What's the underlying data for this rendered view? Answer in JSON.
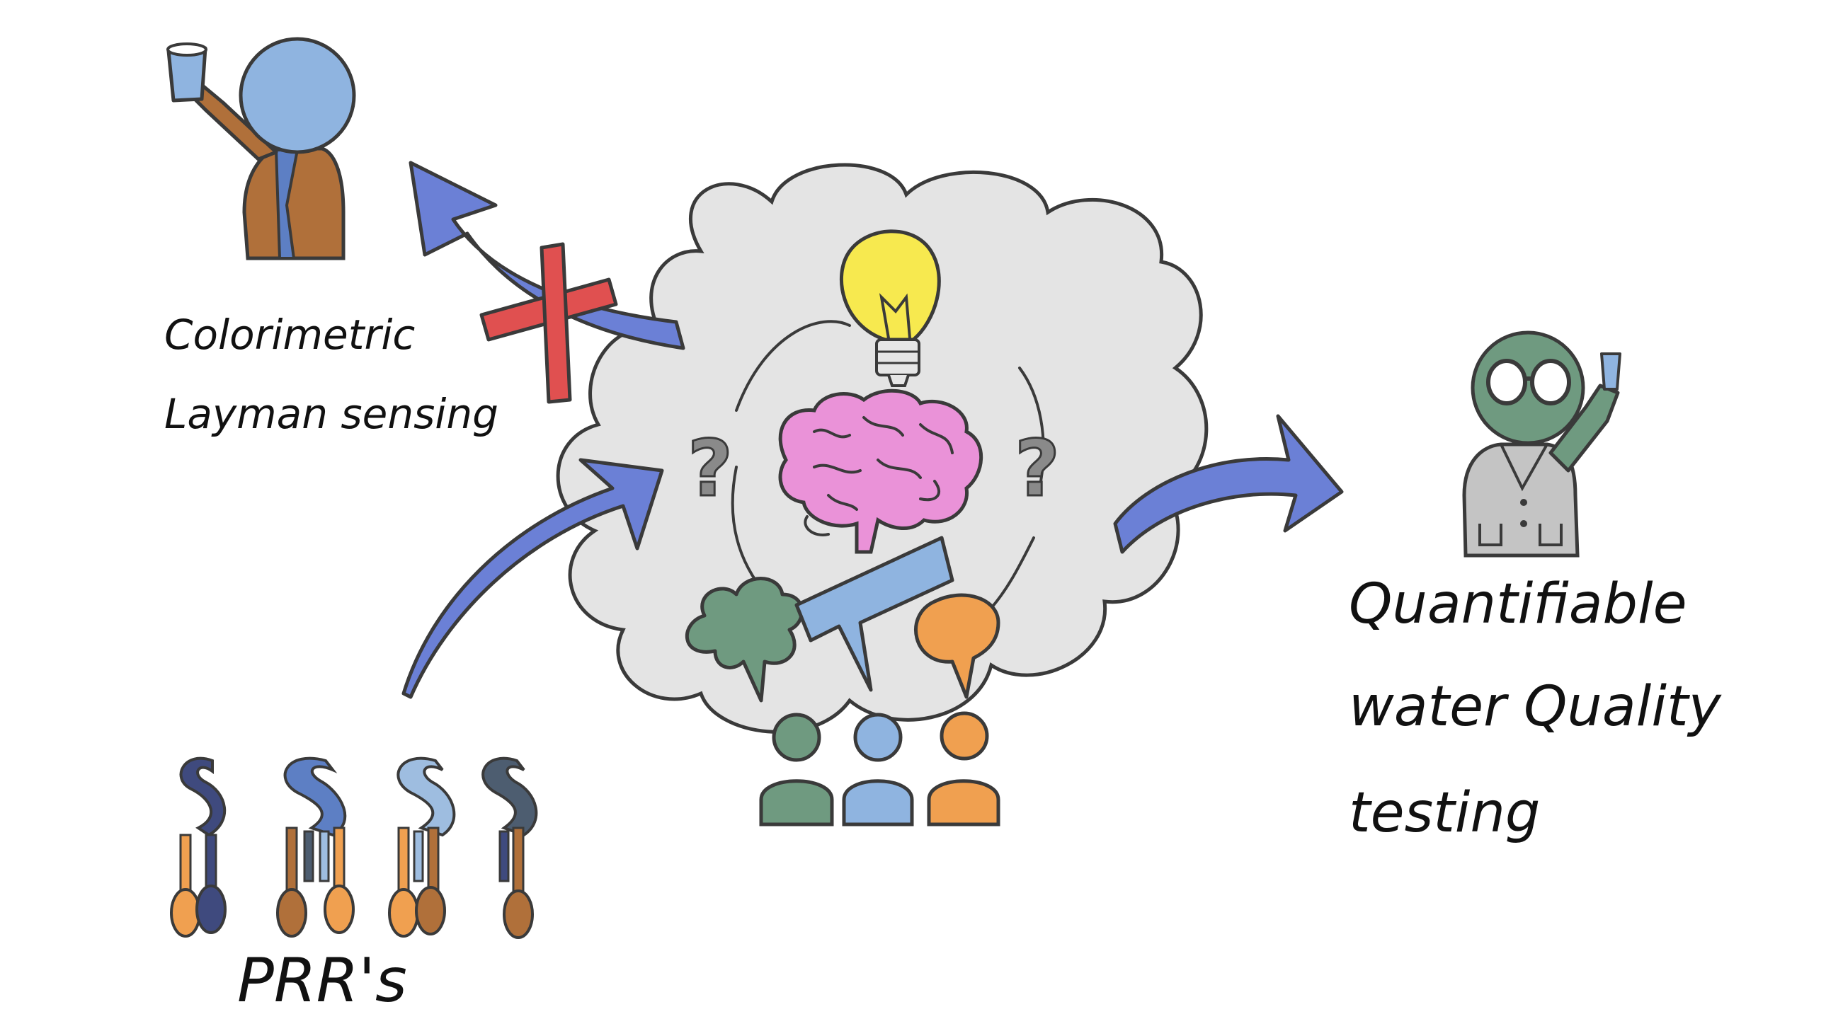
{
  "labels": {
    "colorimetric_line1": "Colorimetric",
    "colorimetric_line2": "Layman sensing",
    "quantifiable_line1": "Quantifiable",
    "quantifiable_line2": "water Quality",
    "quantifiable_line3": "testing",
    "prr": "PRR's",
    "question_mark": "?"
  },
  "colors": {
    "outline": "#3a3a3a",
    "cloud_fill": "#e4e4e4",
    "arrow_blue": "#6b80d6",
    "cross_red": "#e05050",
    "bulb_yellow": "#f7e94f",
    "brain_pink": "#ea92d8",
    "green": "#6f9a80",
    "light_blue": "#8fb4e0",
    "orange": "#f0a050",
    "brown": "#b0703a",
    "grey_coat": "#c4c4c4",
    "prr_dark_blue": "#3f4a7e",
    "prr_mid_blue": "#5d7fc4",
    "prr_pale_blue": "#9ebde0",
    "prr_slate": "#4d5d70"
  },
  "icons": [
    "person-holding-glass-icon",
    "scientist-with-vial-icon",
    "lightbulb-icon",
    "brain-icon",
    "question-mark-icon",
    "speech-bubble-icon",
    "people-group-icon",
    "prr-receptor-icon",
    "red-cross-icon",
    "curved-arrow-icon"
  ]
}
